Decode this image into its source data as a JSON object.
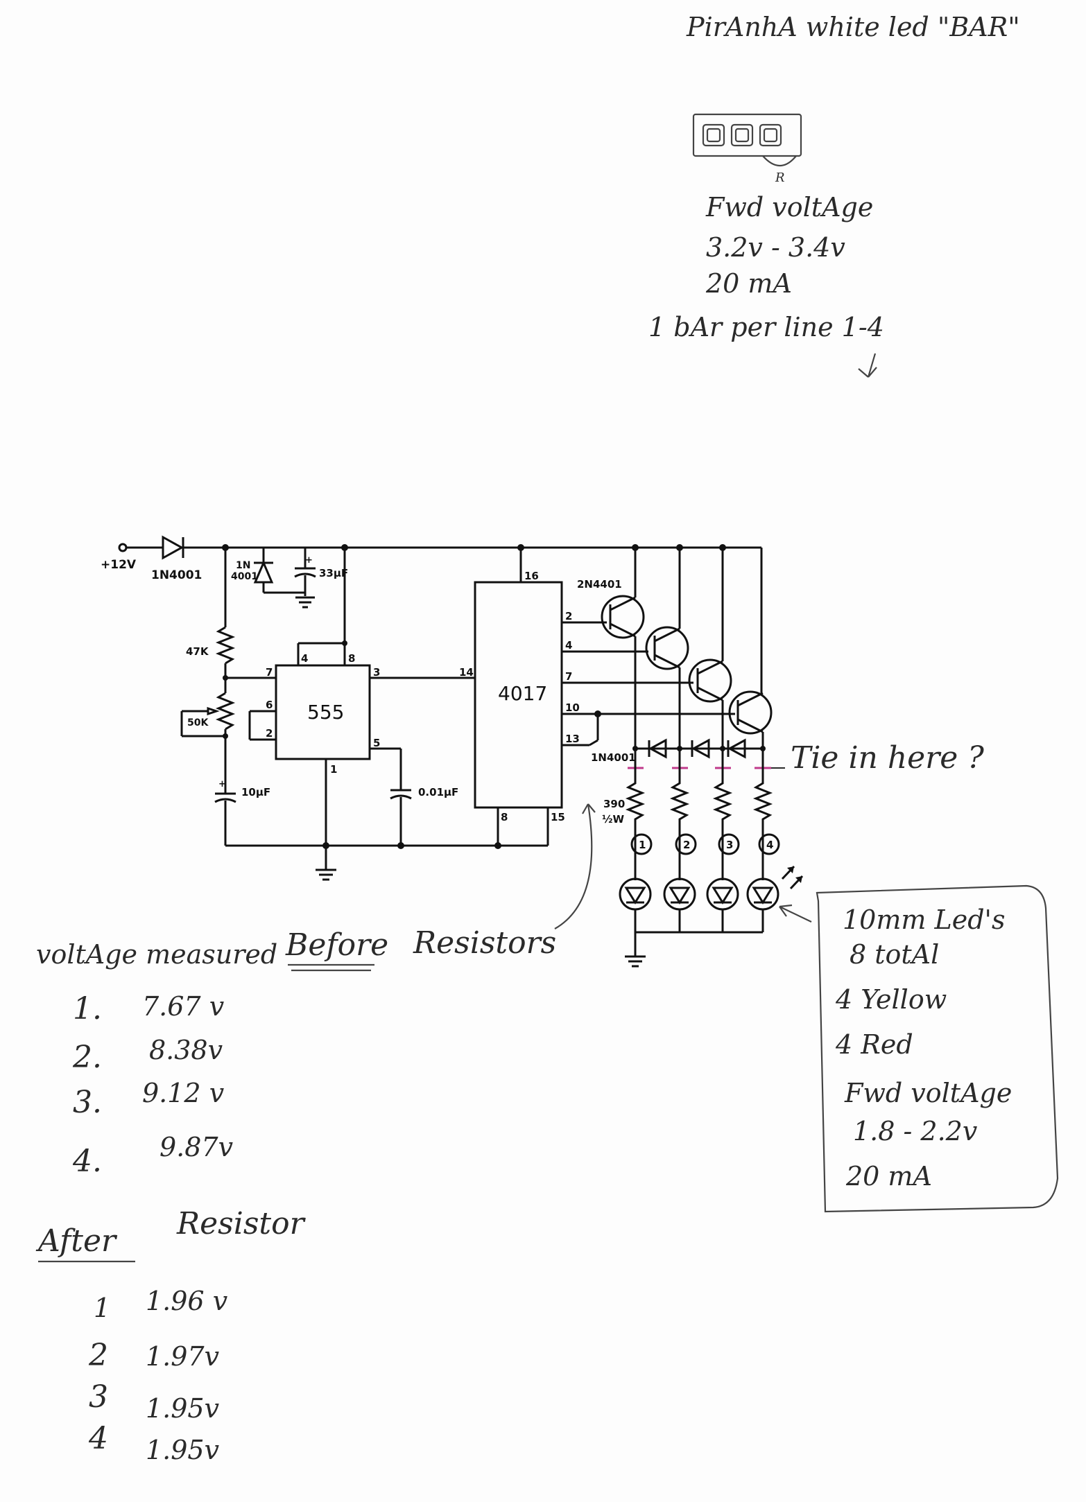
{
  "notes": {
    "piranha_title": "PirAnhA white led \"BAR\"",
    "fwd_voltage_label": "Fwd voltAge",
    "fwd_voltage_value": "3.2v - 3.4v",
    "current": "20 mA",
    "bar_per_line": "1 bAr per line 1-4",
    "tie_in": "Tie in here ?",
    "before_heading_a": "voltAge measured",
    "before_heading_b": "Before",
    "before_heading_c": "Resistors",
    "before_values": [
      {
        "n": "1.",
        "v": "7.67 v"
      },
      {
        "n": "2.",
        "v": "8.38v"
      },
      {
        "n": "3.",
        "v": "9.12 v"
      },
      {
        "n": "4.",
        "v": "9.87v"
      }
    ],
    "after_heading_a": "After",
    "after_heading_b": "Resistor",
    "after_values": [
      {
        "n": "1",
        "v": "1.96 v"
      },
      {
        "n": "2",
        "v": "1.97v"
      },
      {
        "n": "3",
        "v": "1.95v"
      },
      {
        "n": "4",
        "v": "1.95v"
      }
    ],
    "box_lines": [
      "10mm Led's",
      "8 totAl",
      "4 Yellow",
      "4 Red",
      "Fwd voltAge",
      "1.8 - 2.2v",
      "20 mA"
    ]
  },
  "schematic": {
    "supply": "+12V",
    "diode_main": "1N4001",
    "diode_2a": "1N",
    "diode_2b": "4001",
    "cap_33": "33µF",
    "r47": "47K",
    "pot": "50K",
    "cap_10": "10µF",
    "cap_001": "0.01µF",
    "ic555": "555",
    "ic4017": "4017",
    "transistor": "2N4401",
    "diode_row": "1N4001",
    "r390": "390",
    "r390w": "½W",
    "pins": {
      "p555_4": "4",
      "p555_8": "8",
      "p555_7": "7",
      "p555_3": "3",
      "p555_6": "6",
      "p555_2": "2",
      "p555_5": "5",
      "p555_1": "1",
      "p4017_16": "16",
      "p4017_14": "14",
      "p4017_2": "2",
      "p4017_4": "4",
      "p4017_7": "7",
      "p4017_10": "10",
      "p4017_13": "13",
      "p4017_8": "8",
      "p4017_15": "15"
    },
    "led_nums": [
      "1",
      "2",
      "3",
      "4"
    ]
  },
  "colors": {
    "ink": "#111111",
    "pencil": "#2a2a2a",
    "tie_mark": "#c0398a"
  }
}
